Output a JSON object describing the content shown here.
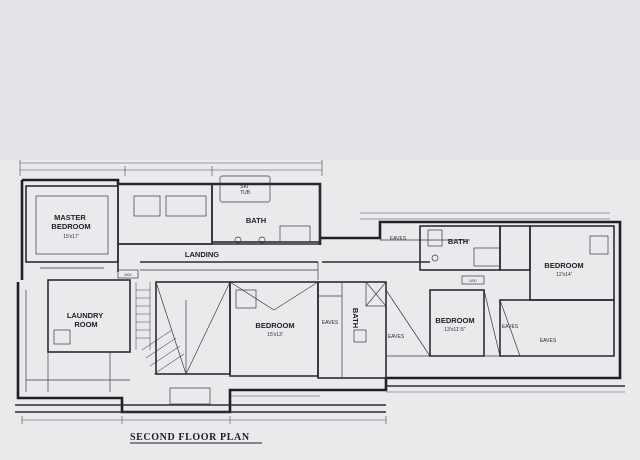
{
  "plan": {
    "title": "SECOND FLOOR PLAN",
    "rooms": {
      "master_bedroom": {
        "name": "MASTER\nBEDROOM",
        "size": "15'x17'"
      },
      "bath_master": {
        "name": "BATH"
      },
      "tub": {
        "name": "SKI\nTUB"
      },
      "landing": {
        "name": "LANDING"
      },
      "laundry": {
        "name": "LAUNDRY\nROOM"
      },
      "bedroom_center": {
        "name": "BEDROOM",
        "size": "15'x13'"
      },
      "bath_center": {
        "name": "BATH"
      },
      "bath_right": {
        "name": "BATH"
      },
      "bedroom_mid": {
        "name": "BEDROOM",
        "size": "13'x11'-5\""
      },
      "bedroom_right": {
        "name": "BEDROOM",
        "size": "12'x14'"
      },
      "eaves_1": {
        "name": "EAVES"
      },
      "eaves_2": {
        "name": "EAVES"
      },
      "eaves_3": {
        "name": "EAVES"
      },
      "eaves_4": {
        "name": "EAVES"
      },
      "eaves_5": {
        "name": "EAVES"
      }
    },
    "tags": {
      "tag_a": "5/00",
      "tag_b": "5/00"
    }
  }
}
